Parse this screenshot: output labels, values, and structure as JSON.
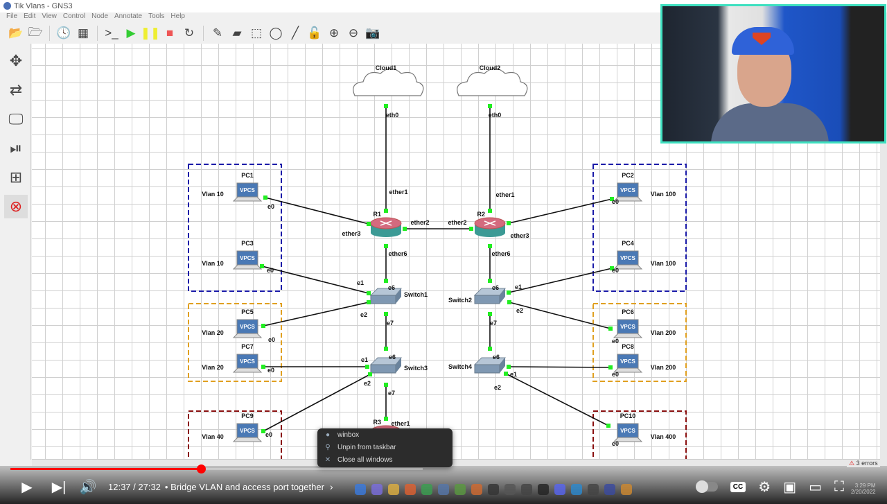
{
  "window": {
    "title": "Tik Vlans - GNS3"
  },
  "menu": [
    "File",
    "Edit",
    "View",
    "Control",
    "Node",
    "Annotate",
    "Tools",
    "Help"
  ],
  "toolbar": [
    "open-project-icon",
    "open-folder-icon",
    "snapshot-clock-icon",
    "show-interfaces-icon",
    "console-icon",
    "start-icon",
    "suspend-icon",
    "stop-icon",
    "reload-icon",
    "add-note-icon",
    "insert-image-icon",
    "draw-rectangle-icon",
    "draw-ellipse-icon",
    "draw-line-icon",
    "lock-icon",
    "zoom-in-icon",
    "zoom-out-icon",
    "screenshot-icon"
  ],
  "left_panel": [
    "routers-icon",
    "switches-icon",
    "end-devices-icon",
    "security-devices-icon",
    "all-devices-icon",
    "add-link-icon"
  ],
  "diagram": {
    "nodes": [
      {
        "id": "cloud1",
        "label": "Cloud1",
        "type": "cloud"
      },
      {
        "id": "cloud2",
        "label": "Cloud2",
        "type": "cloud"
      },
      {
        "id": "r1",
        "label": "R1",
        "type": "router"
      },
      {
        "id": "r2",
        "label": "R2",
        "type": "router"
      },
      {
        "id": "sw1",
        "label": "Switch1",
        "type": "switch"
      },
      {
        "id": "sw2",
        "label": "Switch2",
        "type": "switch"
      },
      {
        "id": "sw3",
        "label": "Switch3",
        "type": "switch"
      },
      {
        "id": "sw4",
        "label": "Switch4",
        "type": "switch"
      },
      {
        "id": "r3",
        "label": "R3",
        "type": "router"
      },
      {
        "id": "pc1",
        "label": "PC1",
        "type": "vpcs"
      },
      {
        "id": "pc2",
        "label": "PC2",
        "type": "vpcs"
      },
      {
        "id": "pc3",
        "label": "PC3",
        "type": "vpcs"
      },
      {
        "id": "pc4",
        "label": "PC4",
        "type": "vpcs"
      },
      {
        "id": "pc5",
        "label": "PC5",
        "type": "vpcs"
      },
      {
        "id": "pc6",
        "label": "PC6",
        "type": "vpcs"
      },
      {
        "id": "pc7",
        "label": "PC7",
        "type": "vpcs"
      },
      {
        "id": "pc8",
        "label": "PC8",
        "type": "vpcs"
      },
      {
        "id": "pc9",
        "label": "PC9",
        "type": "vpcs"
      },
      {
        "id": "pc10",
        "label": "PC10",
        "type": "vpcs"
      }
    ],
    "vpcs_text": "VPCS",
    "vlans": [
      {
        "label": "Vlan 10",
        "pc": "pc1"
      },
      {
        "label": "Vlan 10",
        "pc": "pc3"
      },
      {
        "label": "Vlan 20",
        "pc": "pc5"
      },
      {
        "label": "Vlan 20",
        "pc": "pc7"
      },
      {
        "label": "Vlan 40",
        "pc": "pc9"
      },
      {
        "label": "Vlan 100",
        "pc": "pc2"
      },
      {
        "label": "Vlan 100",
        "pc": "pc4"
      },
      {
        "label": "Vlan 200",
        "pc": "pc6"
      },
      {
        "label": "Vlan 200",
        "pc": "pc8"
      },
      {
        "label": "Vlan 400",
        "pc": "pc10"
      }
    ],
    "zones": [
      {
        "color": "#1a1aa8"
      },
      {
        "color": "#e0a020"
      },
      {
        "color": "#8a1010"
      },
      {
        "color": "#1a1aa8"
      },
      {
        "color": "#e0a020"
      },
      {
        "color": "#8a1010"
      }
    ],
    "links": [
      {
        "a": "cloud1",
        "ai": "eth0",
        "b": "r1",
        "bi": "ether1"
      },
      {
        "a": "cloud2",
        "ai": "eth0",
        "b": "r2",
        "bi": "ether1"
      },
      {
        "a": "r1",
        "ai": "ether2",
        "b": "r2",
        "bi": "ether2"
      },
      {
        "a": "pc1",
        "ai": "e0",
        "b": "r1",
        "bi": "ether3"
      },
      {
        "a": "pc2",
        "ai": "e0",
        "b": "r2",
        "bi": "ether3"
      },
      {
        "a": "r1",
        "ai": "ether6",
        "b": "sw1",
        "bi": "e6"
      },
      {
        "a": "r2",
        "ai": "ether6",
        "b": "sw2",
        "bi": "e6"
      },
      {
        "a": "pc3",
        "ai": "e0",
        "b": "sw1",
        "bi": "e1"
      },
      {
        "a": "pc5",
        "ai": "e0",
        "b": "sw1",
        "bi": "e2"
      },
      {
        "a": "pc4",
        "ai": "e0",
        "b": "sw2",
        "bi": "e1"
      },
      {
        "a": "pc6",
        "ai": "e0",
        "b": "sw2",
        "bi": "e2"
      },
      {
        "a": "sw1",
        "ai": "e7",
        "b": "sw3",
        "bi": "e6"
      },
      {
        "a": "sw2",
        "ai": "e7",
        "b": "sw4",
        "bi": "e6"
      },
      {
        "a": "pc7",
        "ai": "e0",
        "b": "sw3",
        "bi": "e1"
      },
      {
        "a": "pc9",
        "ai": "e0",
        "b": "sw3",
        "bi": "e2"
      },
      {
        "a": "pc8",
        "ai": "e0",
        "b": "sw4",
        "bi": "e1"
      },
      {
        "a": "pc10",
        "ai": "e0",
        "b": "sw4",
        "bi": "e2"
      },
      {
        "a": "sw3",
        "ai": "e7",
        "b": "r3",
        "bi": "ether1"
      }
    ]
  },
  "context_menu": [
    {
      "label": "winbox",
      "icon": "winbox-icon"
    },
    {
      "label": "Unpin from taskbar",
      "icon": "unpin-icon"
    },
    {
      "label": "Close all windows",
      "icon": "close-icon"
    }
  ],
  "status": {
    "errors": "3 errors"
  },
  "player": {
    "current_time": "12:37",
    "duration": "27:32",
    "time_text": "12:37 / 27:32",
    "chapter": "• Bridge VLAN and access port together",
    "progress_fraction": 0.462,
    "accent": "#ff0000",
    "cc": "CC"
  },
  "clock": {
    "time": "3:29 PM",
    "date": "2/20/2022"
  }
}
